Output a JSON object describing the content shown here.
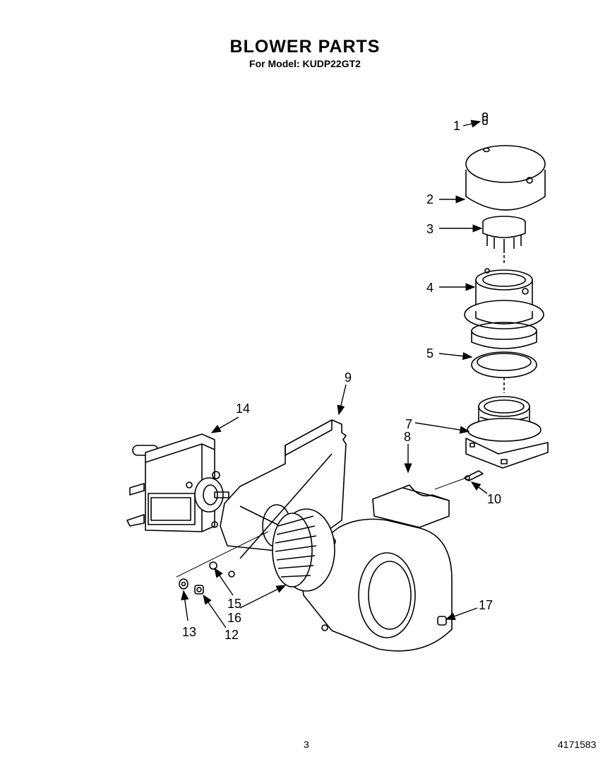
{
  "title": "BLOWER PARTS",
  "subtitle": "For Model: KUDP22GT2",
  "page_number": "3",
  "document_number": "4171583",
  "callouts": [
    {
      "id": "1",
      "label": "1"
    },
    {
      "id": "2",
      "label": "2"
    },
    {
      "id": "3",
      "label": "3"
    },
    {
      "id": "4",
      "label": "4"
    },
    {
      "id": "5",
      "label": "5"
    },
    {
      "id": "7",
      "label": "7"
    },
    {
      "id": "8",
      "label": "8"
    },
    {
      "id": "9",
      "label": "9"
    },
    {
      "id": "10",
      "label": "10"
    },
    {
      "id": "12",
      "label": "12"
    },
    {
      "id": "13",
      "label": "13"
    },
    {
      "id": "14",
      "label": "14"
    },
    {
      "id": "15",
      "label": "15"
    },
    {
      "id": "16",
      "label": "16"
    },
    {
      "id": "17",
      "label": "17"
    }
  ]
}
